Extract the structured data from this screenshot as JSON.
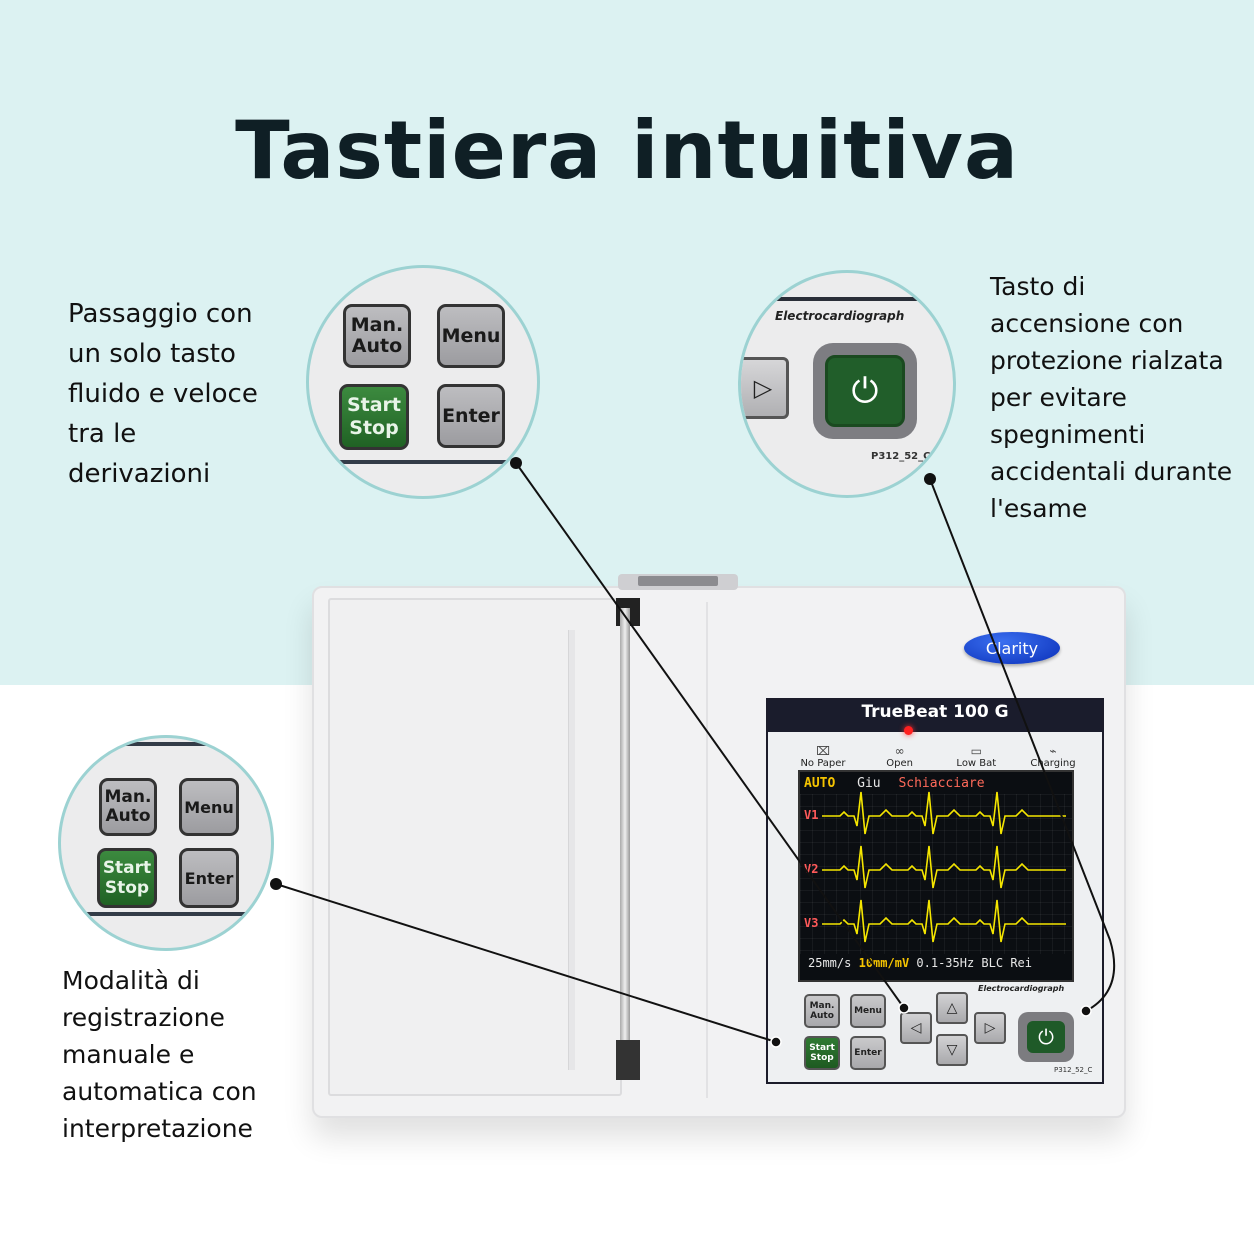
{
  "title": "Tastiera intuitiva",
  "captions": {
    "left": [
      "Passaggio con",
      "un solo tasto",
      "fluido e veloce",
      "tra le",
      "derivazioni"
    ],
    "right": [
      "Tasto di",
      "accensione con",
      "protezione rialzata",
      "per evitare",
      "spegnimenti",
      "accidentali durante",
      "l'esame"
    ],
    "bottom": [
      "Modalità di",
      "registrazione",
      "manuale e",
      "automatica con",
      "interpretazione"
    ]
  },
  "device": {
    "brand": "Clarity",
    "model": "TrueBeat 100 G",
    "status": [
      "No Paper",
      "Open",
      "Low Bat",
      "Charging"
    ],
    "screen": {
      "mode": "AUTO",
      "giu": "Giu",
      "msg": "Schiacciare",
      "leads": [
        "V1",
        "V2",
        "V3"
      ],
      "speed": "25mm/s",
      "gain": "10mm/mV",
      "filter": "0.1-35Hz BLC Rei"
    },
    "panel_tag": "Electrocardiograph",
    "keys": {
      "man_auto": [
        "Man.",
        "Auto"
      ],
      "menu": "Menu",
      "start_stop": [
        "Start",
        "Stop"
      ],
      "enter": "Enter"
    },
    "serial": "P312_52_C"
  },
  "zoom_power": {
    "tag": "Electrocardiograph",
    "serial": "P312_52_C"
  },
  "colors": {
    "top_bg": "#dcf2f2",
    "key_green": "#206224",
    "trace": "#f5e600",
    "brand_blue": "#0a2fb8"
  }
}
